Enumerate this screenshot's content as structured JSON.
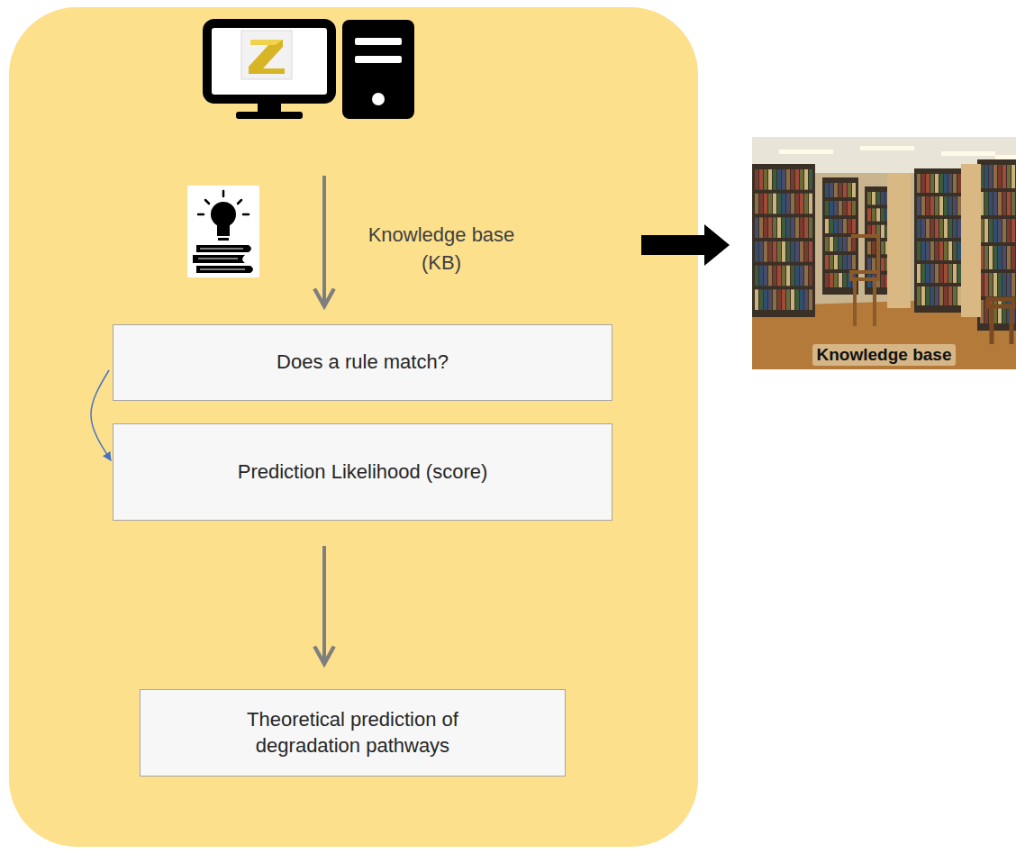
{
  "diagram": {
    "nodes": [
      {
        "text": [
          "Does a rule match?"
        ]
      },
      {
        "text": [
          "Prediction Likelihood (score)"
        ]
      },
      {
        "text": [
          "Theoretical prediction of degradation pathways"
        ]
      },
      {
        "text": [
          "Knowledge base"
        ]
      }
    ],
    "edges": [
      {
        "from": 0,
        "to": 1,
        "arrow": "to"
      },
      {
        "from": 1,
        "to": 2,
        "arrow": "to"
      }
    ],
    "labels": [
      "Knowledge base (KB)"
    ]
  }
}
